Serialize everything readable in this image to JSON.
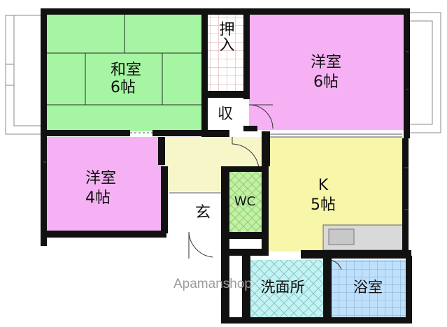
{
  "rooms": {
    "washitsu": {
      "name": "和室",
      "size": "6帖",
      "color": "#a6f5a3"
    },
    "youshitsu_6": {
      "name": "洋室",
      "size": "6帖",
      "color": "#f5b1f3"
    },
    "youshitsu_4": {
      "name": "洋室",
      "size": "4帖",
      "color": "#f5b1f3"
    },
    "kitchen": {
      "name": "K",
      "size": "5帖",
      "color": "#f7f6a9"
    },
    "oshiire": {
      "name": "押入"
    },
    "shuno": {
      "name": "収"
    },
    "genkan": {
      "name": "玄"
    },
    "toilet": {
      "name": "WC",
      "color": "#c3f0a3"
    },
    "senmen": {
      "name": "洗面所",
      "color": "#c4f3f3"
    },
    "yokushitsu": {
      "name": "浴室",
      "color": "#bfe0fb"
    }
  },
  "colors": {
    "hall": "#f7f6c8",
    "wall": "#111111",
    "pattern_line": "#86c6c9"
  },
  "watermark": "Apamanshop"
}
